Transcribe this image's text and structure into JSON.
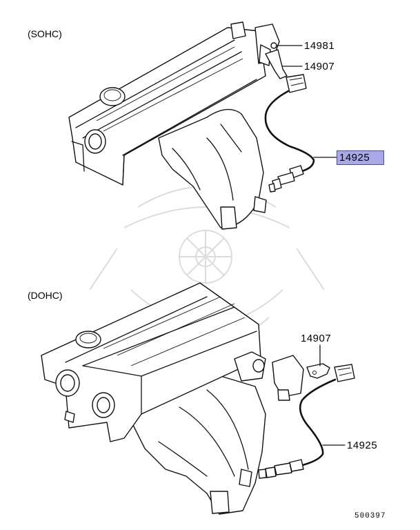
{
  "sections": {
    "sohc": "(SOHC)",
    "dohc": "(DOHC)"
  },
  "callouts": {
    "sohc_14981": "14981",
    "sohc_14907": "14907",
    "sohc_14925": "14925",
    "dohc_14907": "14907",
    "dohc_14925": "14925"
  },
  "highlighted_part": "14925",
  "diagram_code": "500397",
  "colors": {
    "highlight_fill": "#a9a9e8",
    "highlight_border": "#4a4aa8",
    "line": "#111111"
  }
}
